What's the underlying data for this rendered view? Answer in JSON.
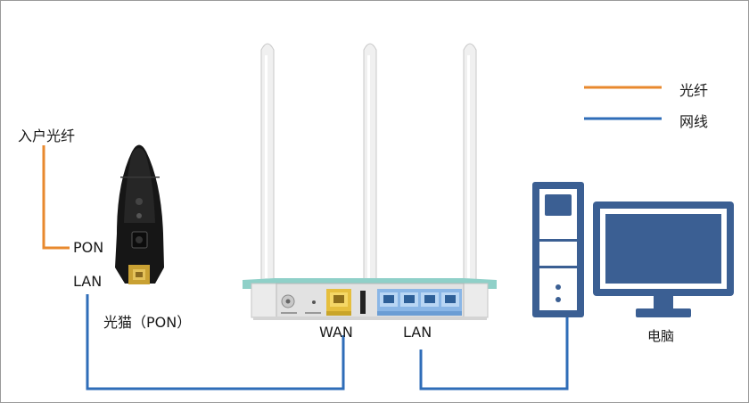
{
  "legend": {
    "fiber_label": "光纤",
    "cable_label": "网线",
    "fiber_color": "#e8892e",
    "cable_color": "#2f6db8"
  },
  "fiber_input_label": "入户光纤",
  "modem": {
    "pon_port_label": "PON",
    "lan_port_label": "LAN",
    "caption": "光猫（PON）"
  },
  "router": {
    "wan_port_label": "WAN",
    "lan_port_label": "LAN"
  },
  "computer": {
    "caption": "电脑",
    "color": "#3b5f93"
  }
}
